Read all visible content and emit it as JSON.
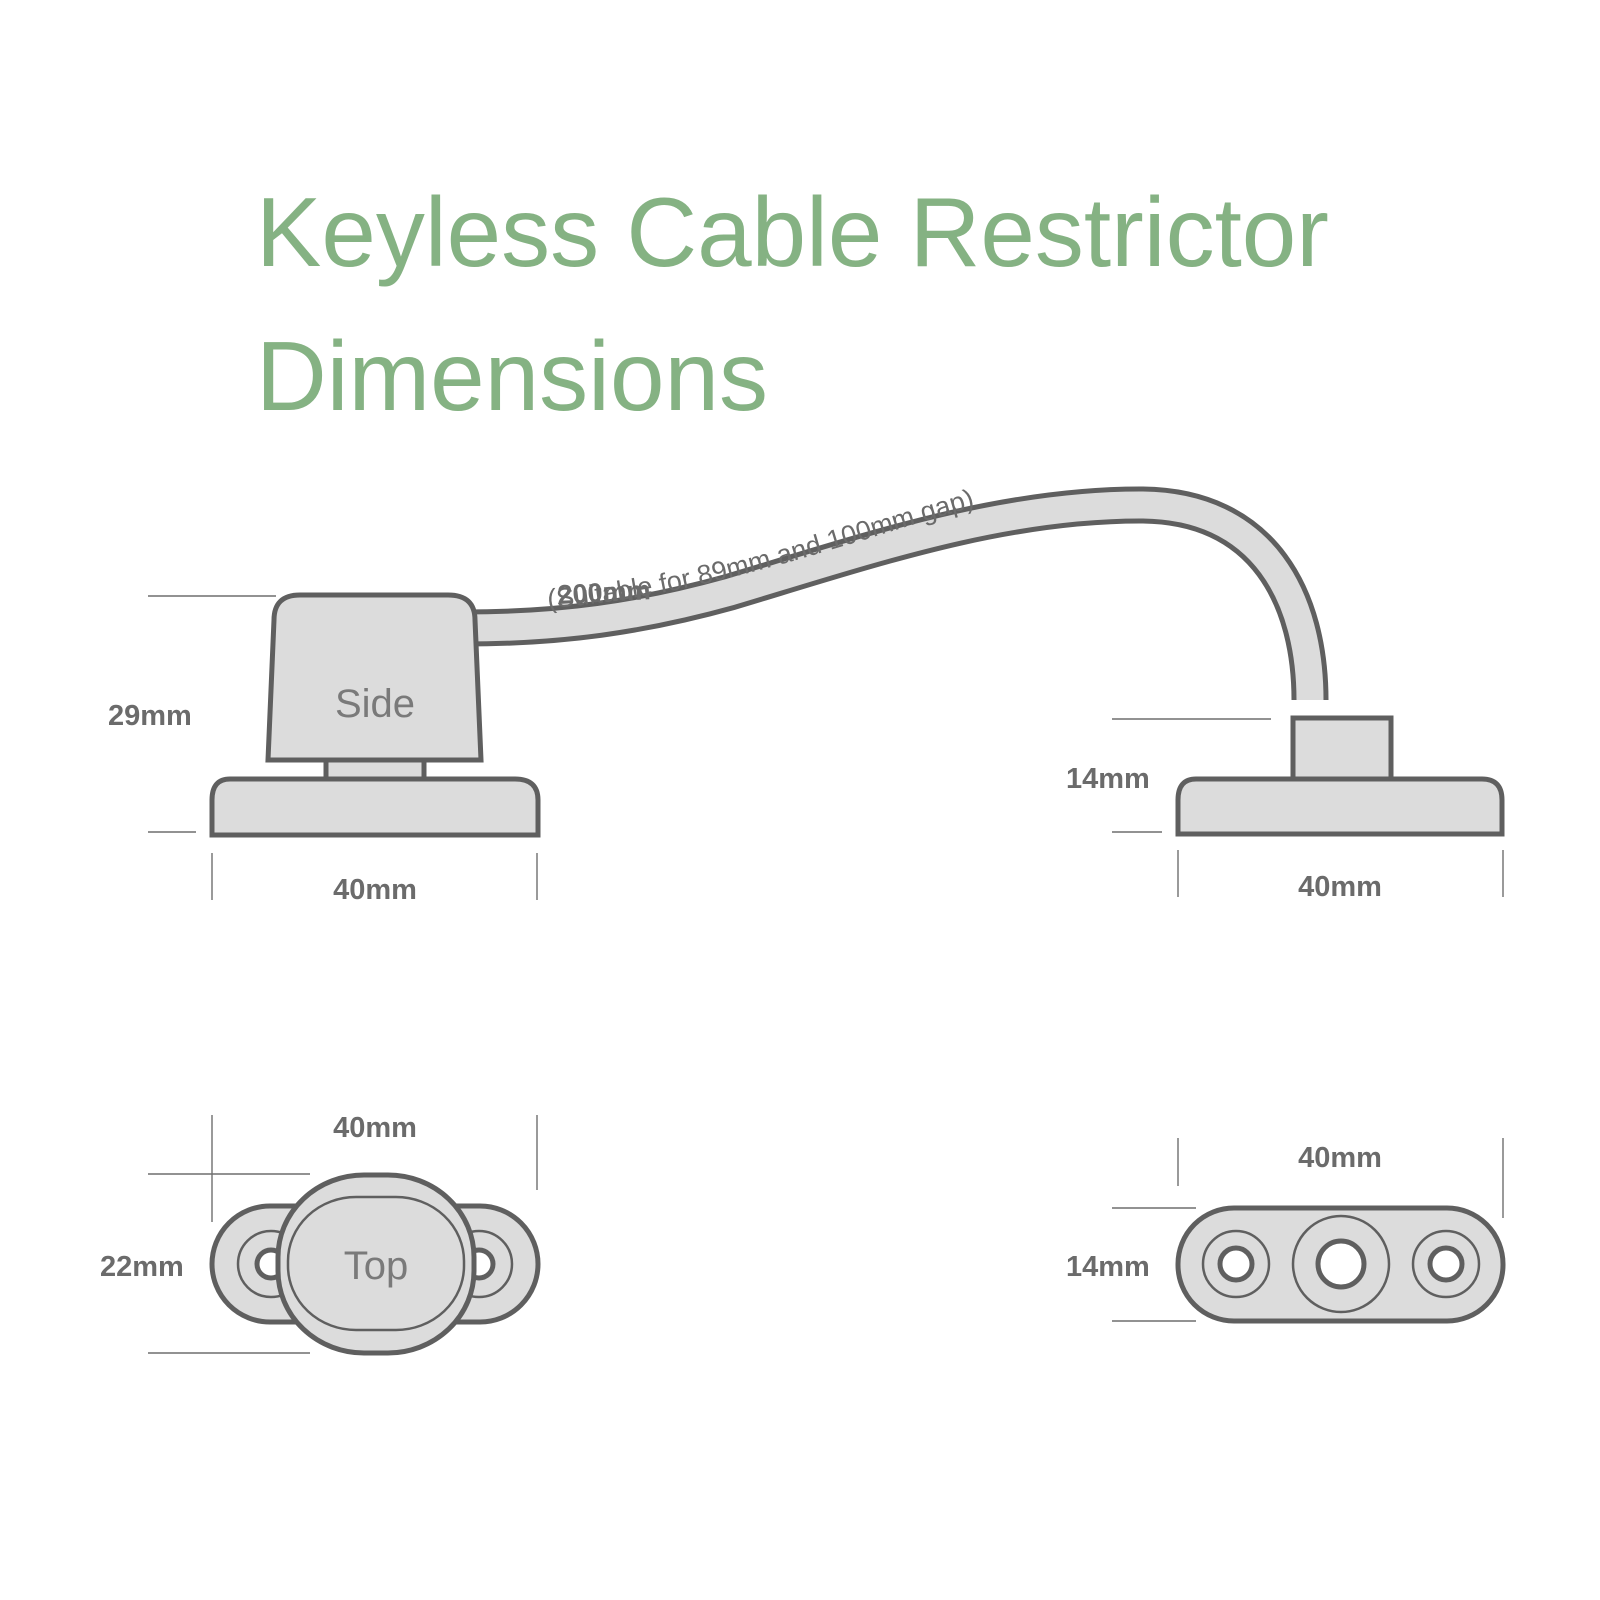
{
  "title": {
    "line1": "Keyless Cable Restrictor",
    "line2": "Dimensions"
  },
  "colors": {
    "title": "#85b283",
    "outline": "#5f5f5f",
    "fill": "#dcdcdc",
    "dimension_text": "#6b6b6b"
  },
  "side_view": {
    "label": "Side",
    "height": "29mm",
    "width": "40mm"
  },
  "cable": {
    "length": "200mm",
    "note": "(Suitable for 89mm and 100mm gap)"
  },
  "receiver_side": {
    "height": "14mm",
    "width": "40mm"
  },
  "top_view": {
    "label": "Top",
    "width": "40mm",
    "height": "22mm"
  },
  "receiver_top": {
    "width": "40mm",
    "height": "14mm"
  }
}
